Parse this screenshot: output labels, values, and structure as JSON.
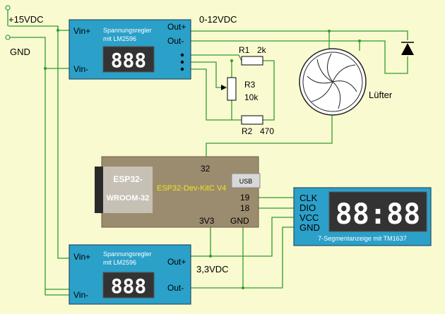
{
  "labels": {
    "v15": "+15VDC",
    "gnd": "GND",
    "v012": "0-12VDC",
    "v33": "3,3VDC",
    "fan": "Lüfter"
  },
  "reg_top": {
    "vin_plus": "Vin+",
    "vin_minus": "Vin-",
    "title_line1": "Spannungsregler",
    "title_line2": "mit LM2596",
    "display": "888",
    "out_plus": "Out+",
    "out_minus": "Out-"
  },
  "reg_bottom": {
    "vin_plus": "Vin+",
    "vin_minus": "Vin-",
    "title_line1": "Spannungsregler",
    "title_line2": "mit LM2596",
    "display": "888",
    "out_plus": "Out+",
    "out_minus": "Out-"
  },
  "resistors": {
    "r1_name": "R1",
    "r1_value": "2k",
    "r2_name": "R2",
    "r2_value": "470",
    "r3_name": "R3",
    "r3_value": "10k"
  },
  "esp32": {
    "module_line1": "ESP32-",
    "module_line2": "WROOM-32",
    "board_name": "ESP32-Dev-KitC V4",
    "usb": "USB",
    "pin_32": "32",
    "pin_19": "19",
    "pin_18": "18",
    "pin_3v3": "3V3",
    "pin_gnd": "GND"
  },
  "display7": {
    "clk": "CLK",
    "dio": "DIO",
    "vcc": "VCC",
    "gnd": "GND",
    "digits": "88:88",
    "caption": "7-Segmentanzeige mit TM1637"
  },
  "colors": {
    "background": "#fafad0",
    "wire": "#2e9d2e",
    "module_blue": "#2ba0c9",
    "esp_board": "#9c8c6f",
    "esp_text": "#f0e418"
  }
}
